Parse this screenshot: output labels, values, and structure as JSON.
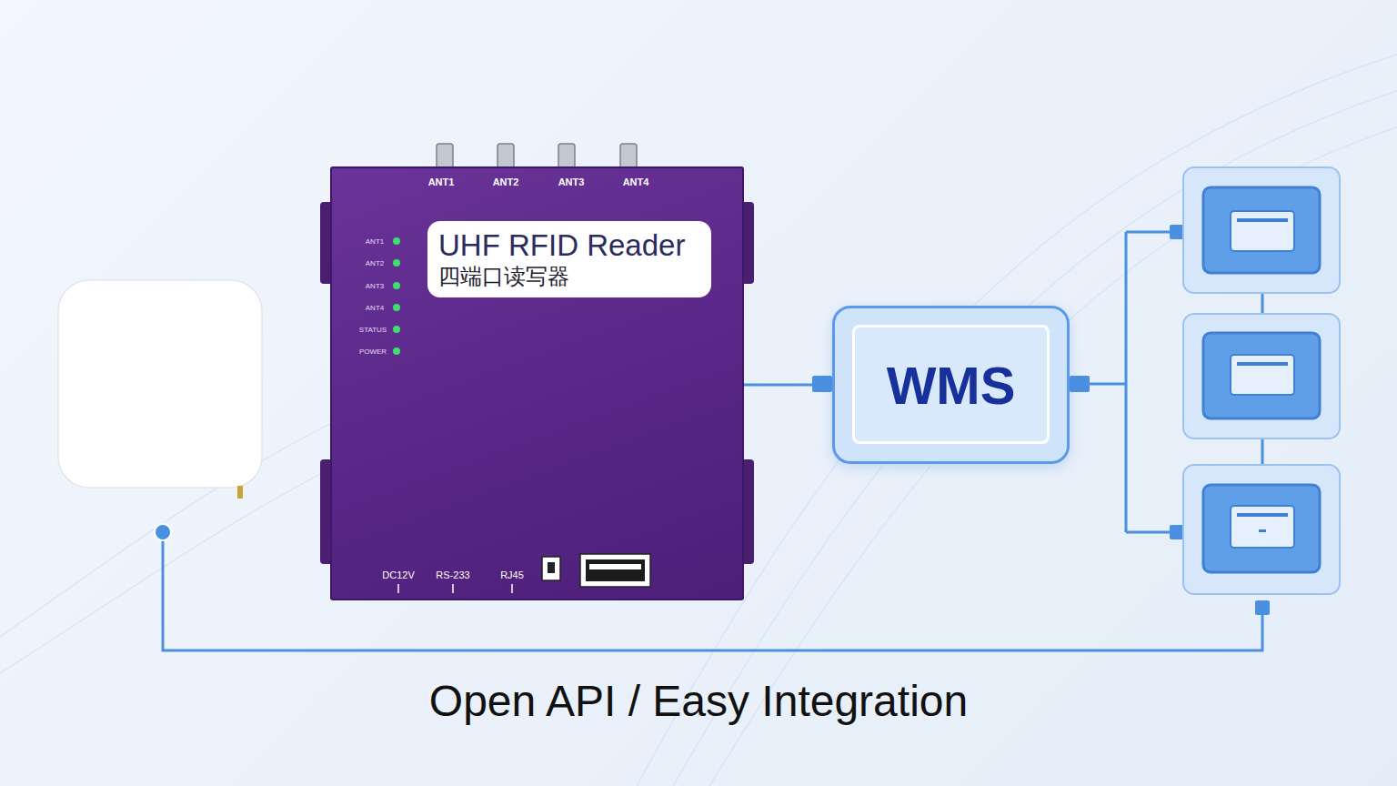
{
  "diagram": {
    "caption": "Open API / Easy Integration",
    "nodes": [
      {
        "text": [
          "UHF RFID Reader",
          "四端口读写器"
        ]
      },
      {
        "text": [
          "WMS"
        ]
      }
    ],
    "edges": [
      {
        "from": 0,
        "to": 1,
        "arrow": "none"
      }
    ],
    "labels": [
      "ANT1",
      "ANT2",
      "ANT3",
      "ANT4",
      "ANT1",
      "ANT2",
      "ANT3",
      "ANT4",
      "STATUS",
      "POWER",
      "DC12V",
      "RS-233",
      "RJ45"
    ]
  }
}
